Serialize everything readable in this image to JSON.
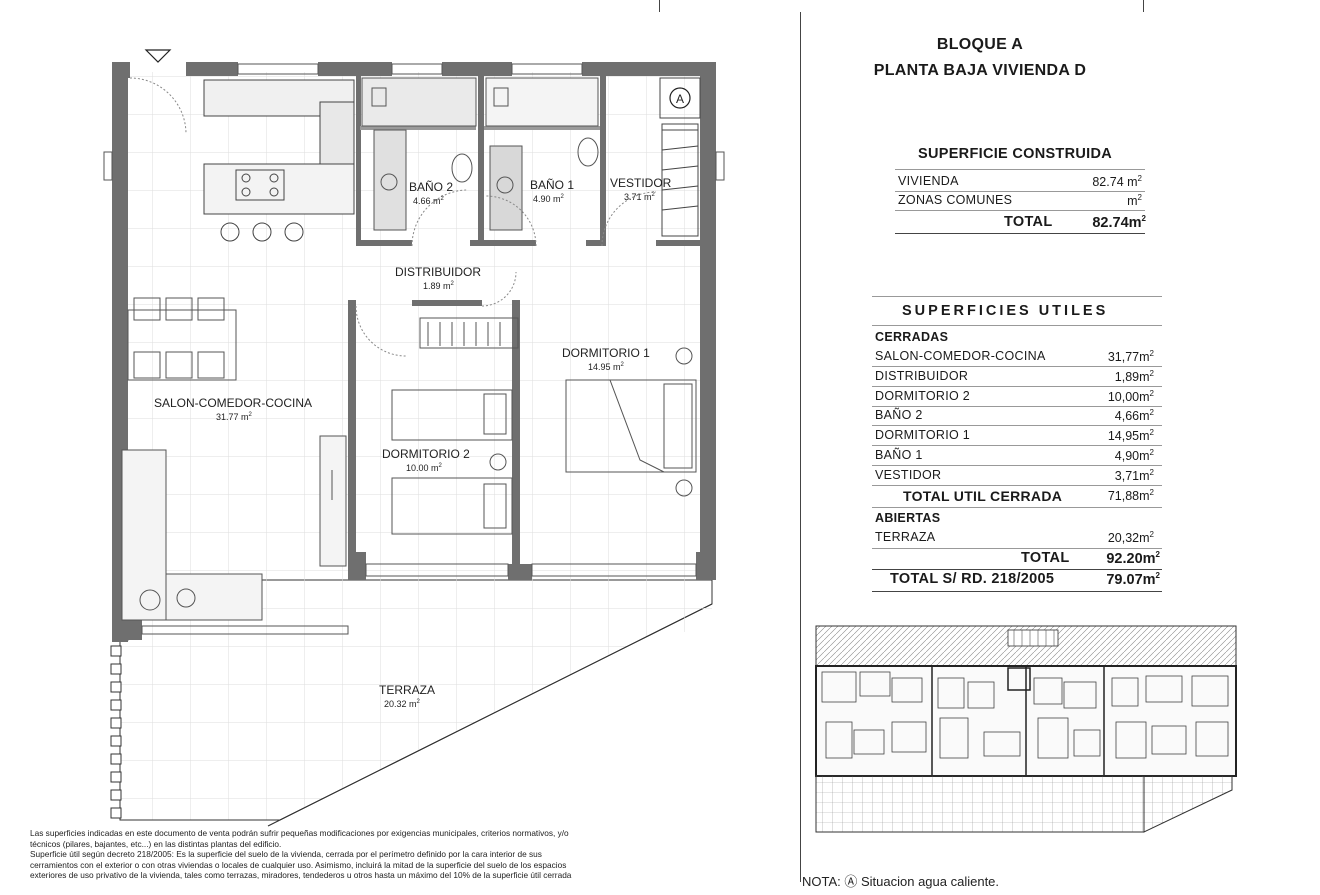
{
  "header": {
    "title_line1": "BLOQUE A",
    "title_line2": "PLANTA BAJA VIVIENDA D"
  },
  "superficie_construida": {
    "heading": "SUPERFICIE CONSTRUIDA",
    "rows": [
      {
        "label": "VIVIENDA",
        "value": "82.74"
      },
      {
        "label": "ZONAS COMUNES",
        "value": ""
      }
    ],
    "total_label": "TOTAL",
    "total_value": "82.74",
    "unit": "m",
    "unit_exp": "2"
  },
  "superficies_utiles": {
    "heading": "SUPERFICIES UTILES",
    "cerradas_label": "CERRADAS",
    "cerradas": [
      {
        "label": "SALON-COMEDOR-COCINA",
        "value": "31,77"
      },
      {
        "label": "DISTRIBUIDOR",
        "value": "1,89"
      },
      {
        "label": "DORMITORIO 2",
        "value": "10,00"
      },
      {
        "label": "BAÑO 2",
        "value": "4,66"
      },
      {
        "label": "DORMITORIO 1",
        "value": "14,95"
      },
      {
        "label": "BAÑO 1",
        "value": "4,90"
      },
      {
        "label": "VESTIDOR",
        "value": "3,71"
      }
    ],
    "total_util_cerrada_label": "TOTAL UTIL CERRADA",
    "total_util_cerrada_value": "71,88",
    "abiertas_label": "ABIERTAS",
    "abiertas": [
      {
        "label": "TERRAZA",
        "value": "20,32"
      }
    ],
    "total_label": "TOTAL",
    "total_value": "92.20",
    "total_rd_label": "TOTAL S/ RD. 218/2005",
    "total_rd_value": "79.07"
  },
  "rooms": {
    "bano2": {
      "name": "BAÑO 2",
      "area": "4.66 m"
    },
    "bano1": {
      "name": "BAÑO 1",
      "area": "4.90 m"
    },
    "vestidor": {
      "name": "VESTIDOR",
      "area": "3.71 m"
    },
    "distribuidor": {
      "name": "DISTRIBUIDOR",
      "area": "1.89 m"
    },
    "dormitorio1": {
      "name": "DORMITORIO 1",
      "area": "14.95 m"
    },
    "salon": {
      "name": "SALON-COMEDOR-COCINA",
      "area": "31.77 m"
    },
    "dormitorio2": {
      "name": "DORMITORIO 2",
      "area": "10.00 m"
    },
    "terraza": {
      "name": "TERRAZA",
      "area": "20.32 m"
    },
    "sq_exp": "2",
    "marker_a": "A"
  },
  "notes": {
    "line1": "Las superficies indicadas en este documento de venta podrán sufrir pequeñas modificaciones por exigencias municipales, criterios normativos, y/o",
    "line2": "técnicos (pilares, bajantes, etc...) en las distintas plantas del edificio.",
    "line3": "Superficie útil según decreto 218/2005: Es la superficie del suelo de la vivienda, cerrada por el perímetro definido por la cara interior de sus",
    "line4": "cerramientos con el exterior o con otras viviendas o locales de cualquier uso. Asimismo, incluirá la mitad de la superficie del suelo de los espacios",
    "line5": "exteriores de uso privativo de la vivienda, tales como terrazas, miradores, tendederos u otros hasta un máximo del 10% de la superficie útil cerrada",
    "nota": "NOTA: Ⓐ Situacion agua caliente."
  },
  "colors": {
    "wall": "#6f6f6f",
    "grid": "#d9d9d9",
    "furniture": "#555555"
  }
}
